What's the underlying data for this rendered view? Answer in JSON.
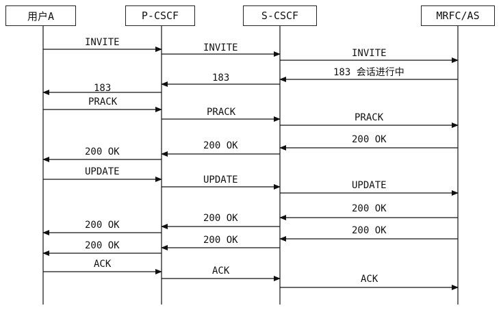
{
  "actors": [
    {
      "id": "ua",
      "label": "用户A"
    },
    {
      "id": "pcscf",
      "label": "P-CSCF"
    },
    {
      "id": "scscf",
      "label": "S-CSCF"
    },
    {
      "id": "mrfc",
      "label": "MRFC/AS"
    }
  ],
  "messages": [
    {
      "from": "ua",
      "to": "pcscf",
      "label": "INVITE"
    },
    {
      "from": "pcscf",
      "to": "scscf",
      "label": "INVITE"
    },
    {
      "from": "scscf",
      "to": "mrfc",
      "label": "INVITE"
    },
    {
      "from": "mrfc",
      "to": "scscf",
      "label": "183 会话进行中"
    },
    {
      "from": "scscf",
      "to": "pcscf",
      "label": "183"
    },
    {
      "from": "pcscf",
      "to": "ua",
      "label": "183"
    },
    {
      "from": "ua",
      "to": "pcscf",
      "label": "PRACK"
    },
    {
      "from": "pcscf",
      "to": "scscf",
      "label": "PRACK"
    },
    {
      "from": "scscf",
      "to": "mrfc",
      "label": "PRACK"
    },
    {
      "from": "mrfc",
      "to": "scscf",
      "label": "200 OK"
    },
    {
      "from": "scscf",
      "to": "pcscf",
      "label": "200 OK"
    },
    {
      "from": "pcscf",
      "to": "ua",
      "label": "200 OK"
    },
    {
      "from": "ua",
      "to": "pcscf",
      "label": "UPDATE"
    },
    {
      "from": "pcscf",
      "to": "scscf",
      "label": "UPDATE"
    },
    {
      "from": "scscf",
      "to": "mrfc",
      "label": "UPDATE"
    },
    {
      "from": "mrfc",
      "to": "scscf",
      "label": "200 OK"
    },
    {
      "from": "scscf",
      "to": "pcscf",
      "label": "200 OK"
    },
    {
      "from": "mrfc",
      "to": "scscf",
      "label": "200 OK"
    },
    {
      "from": "pcscf",
      "to": "ua",
      "label": "200 OK"
    },
    {
      "from": "scscf",
      "to": "pcscf",
      "label": "200 OK"
    },
    {
      "from": "pcscf",
      "to": "ua",
      "label": "200 OK"
    },
    {
      "from": "ua",
      "to": "pcscf",
      "label": "ACK"
    },
    {
      "from": "pcscf",
      "to": "scscf",
      "label": "ACK"
    },
    {
      "from": "scscf",
      "to": "mrfc",
      "label": "ACK"
    }
  ]
}
